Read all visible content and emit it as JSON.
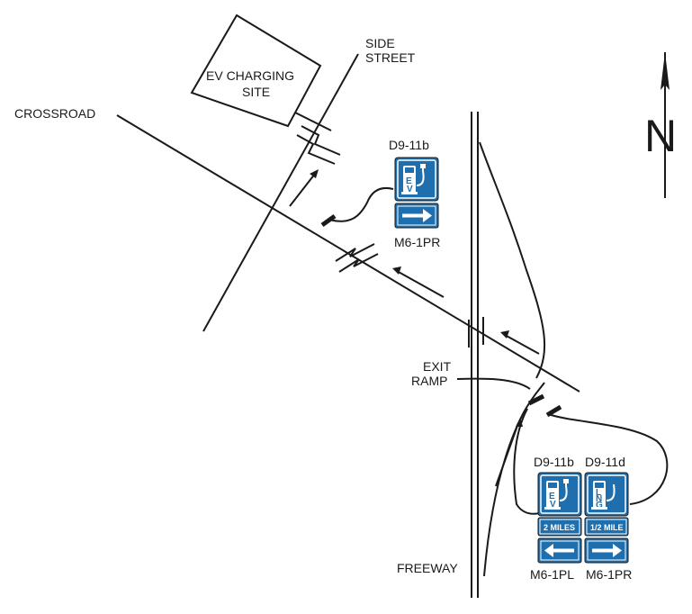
{
  "labels": {
    "ev_site_line1": "EV CHARGING",
    "ev_site_line2": "SITE",
    "side_street_line1": "SIDE",
    "side_street_line2": "STREET",
    "crossroad": "CROSSROAD",
    "exit_ramp_line1": "EXIT",
    "exit_ramp_line2": "RAMP",
    "freeway": "FREEWAY",
    "north": "N"
  },
  "signs": {
    "upper_code_top": "D9-11b",
    "upper_code_bottom": "M6-1PR",
    "lower_left_code_top": "D9-11b",
    "lower_right_code_top": "D9-11d",
    "lower_left_code_bottom": "M6-1PL",
    "lower_right_code_bottom": "M6-1PR",
    "ev_letters": "EV",
    "lng_letters": "LNG",
    "plaque_left": "2 MILES",
    "plaque_right": "1/2 MILE"
  },
  "colors": {
    "sign_blue": "#1f6fae",
    "line": "#1a1a1a"
  }
}
